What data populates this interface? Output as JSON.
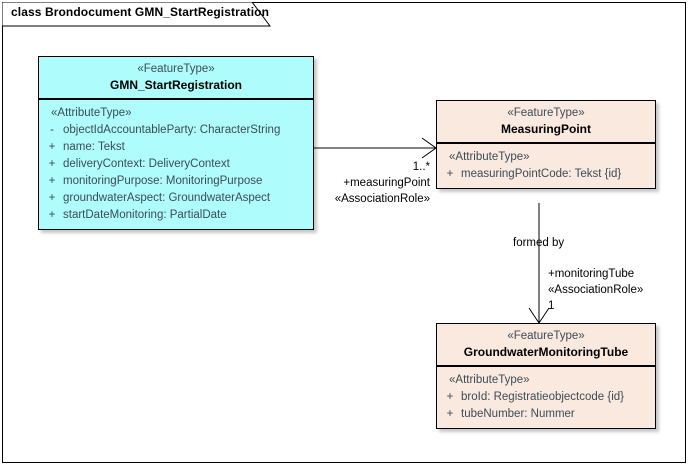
{
  "diagram": {
    "title": "class Brondocument GMN_StartRegistration",
    "colors": {
      "class_cyan": "#aefcfc",
      "class_peach": "#fae9de",
      "border": "#000000",
      "attribute_text": "#3d4b57",
      "connector": "#000000"
    }
  },
  "classes": [
    {
      "id": "gmn-startregistration",
      "stereotype": "«FeatureType»",
      "name": "GMN_StartRegistration",
      "compartment_stereotype": "«AttributeType»",
      "attributes": [
        {
          "visibility": "-",
          "text": "objectIdAccountableParty: CharacterString"
        },
        {
          "visibility": "+",
          "text": "name: Tekst"
        },
        {
          "visibility": "+",
          "text": "deliveryContext: DeliveryContext"
        },
        {
          "visibility": "+",
          "text": "monitoringPurpose: MonitoringPurpose"
        },
        {
          "visibility": "+",
          "text": "groundwaterAspect: GroundwaterAspect"
        },
        {
          "visibility": "+",
          "text": "startDateMonitoring: PartialDate"
        }
      ]
    },
    {
      "id": "measuringpoint",
      "stereotype": "«FeatureType»",
      "name": "MeasuringPoint",
      "compartment_stereotype": "«AttributeType»",
      "attributes": [
        {
          "visibility": "+",
          "text": "measuringPointCode: Tekst {id}"
        }
      ]
    },
    {
      "id": "groundwatermonitoringtube",
      "stereotype": "«FeatureType»",
      "name": "GroundwaterMonitoringTube",
      "compartment_stereotype": "«AttributeType»",
      "attributes": [
        {
          "visibility": "+",
          "text": "broId: Registratieobjectcode {id}"
        },
        {
          "visibility": "+",
          "text": "tubeNumber: Nummer"
        }
      ]
    }
  ],
  "associations": [
    {
      "id": "gmn-to-measuringpoint",
      "source": "GMN_StartRegistration",
      "target": "MeasuringPoint",
      "multiplicity": "1..*",
      "role": "+measuringPoint",
      "role_stereotype": "«AssociationRole»"
    },
    {
      "id": "measuringpoint-to-tube",
      "source": "MeasuringPoint",
      "target": "GroundwaterMonitoringTube",
      "name": "formed by",
      "multiplicity": "1",
      "role": "+monitoringTube",
      "role_stereotype": "«AssociationRole»"
    }
  ]
}
